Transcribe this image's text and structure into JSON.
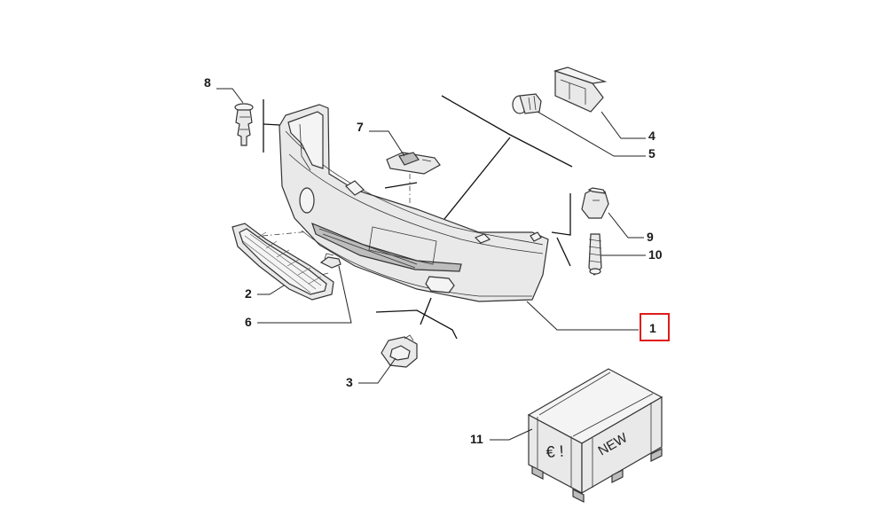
{
  "diagram": {
    "callouts": {
      "c1": "1",
      "c2": "2",
      "c3": "3",
      "c4": "4",
      "c5": "5",
      "c6": "6",
      "c7": "7",
      "c8": "8",
      "c9": "9",
      "c10": "10",
      "c11": "11"
    },
    "highlighted_callout": "1",
    "highlight_color": "#e01b1b",
    "box": {
      "euro_mark": "€ !",
      "new_label": "NEW"
    }
  }
}
